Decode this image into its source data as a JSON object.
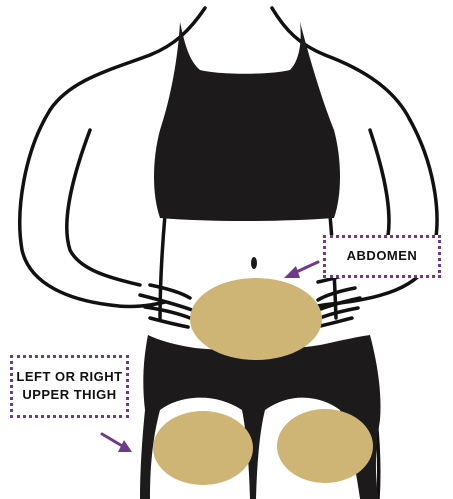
{
  "labels": {
    "abdomen": "ABDOMEN",
    "thigh_line1": "LEFT OR RIGHT",
    "thigh_line2": "UPPER THIGH"
  },
  "colors": {
    "site_fill": "#cfb575",
    "clothing": "#1c1a1a",
    "outline": "#111111",
    "skin": "#ffffff",
    "accent": "#6f3a8c"
  },
  "icons": [
    "arrow-icon",
    "arrow-icon"
  ]
}
